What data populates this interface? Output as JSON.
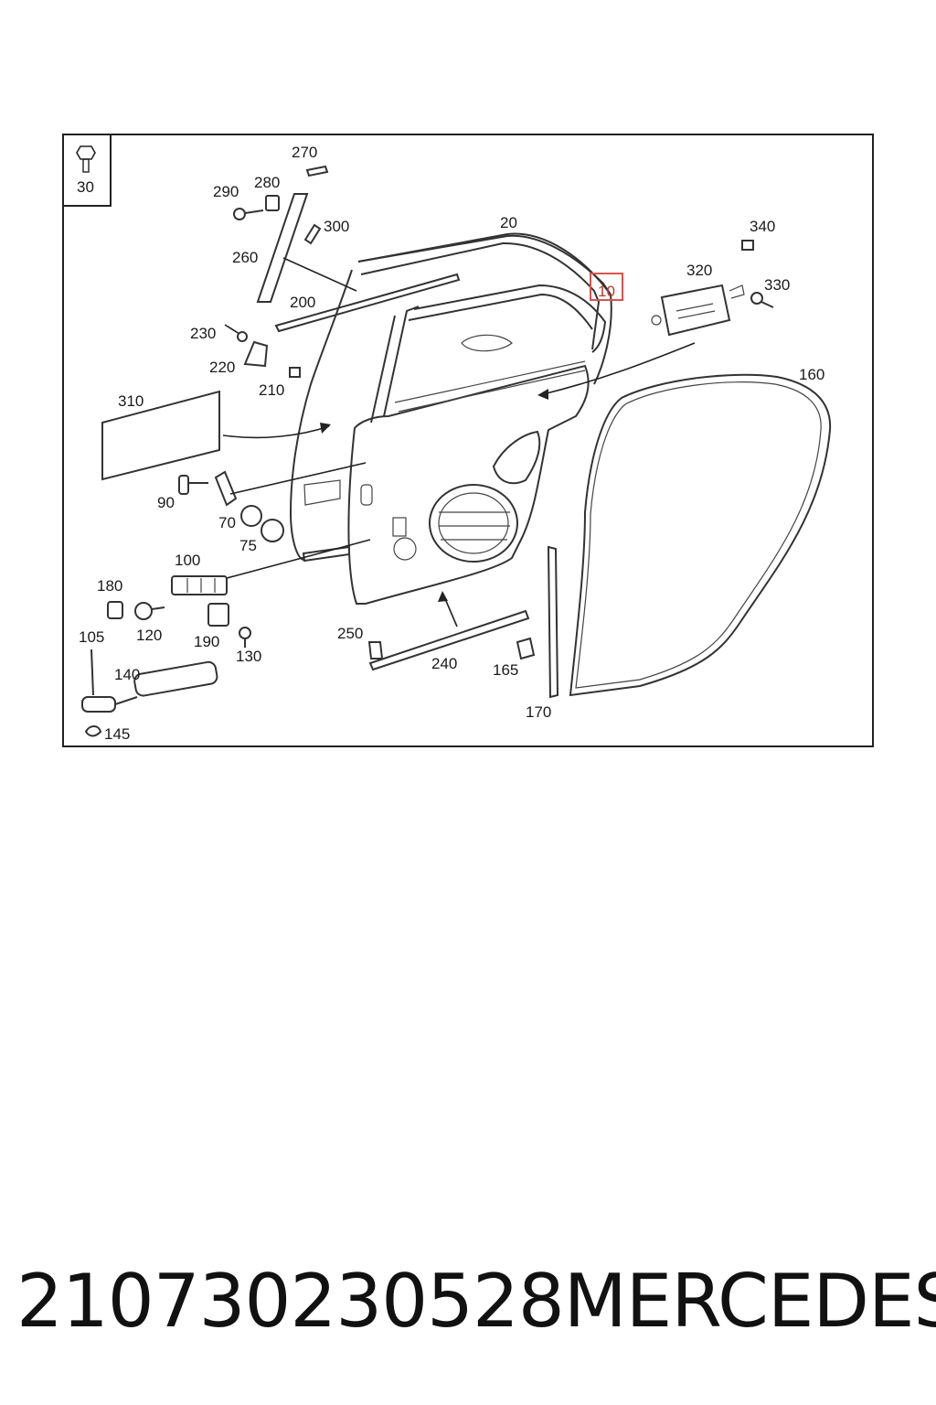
{
  "diagram": {
    "corner_box_label": "30",
    "highlighted_callout": "10",
    "callouts": [
      "270",
      "290",
      "280",
      "300",
      "20",
      "260",
      "200",
      "230",
      "220",
      "210",
      "340",
      "320",
      "330",
      "160",
      "310",
      "90",
      "70",
      "75",
      "100",
      "180",
      "120",
      "190",
      "130",
      "105",
      "140",
      "145",
      "250",
      "240",
      "165",
      "170"
    ]
  },
  "caption": {
    "part_number": "210730230528",
    "brand": "MERCEDES"
  },
  "colors": {
    "highlight": "#d9534f",
    "line": "#333333"
  }
}
